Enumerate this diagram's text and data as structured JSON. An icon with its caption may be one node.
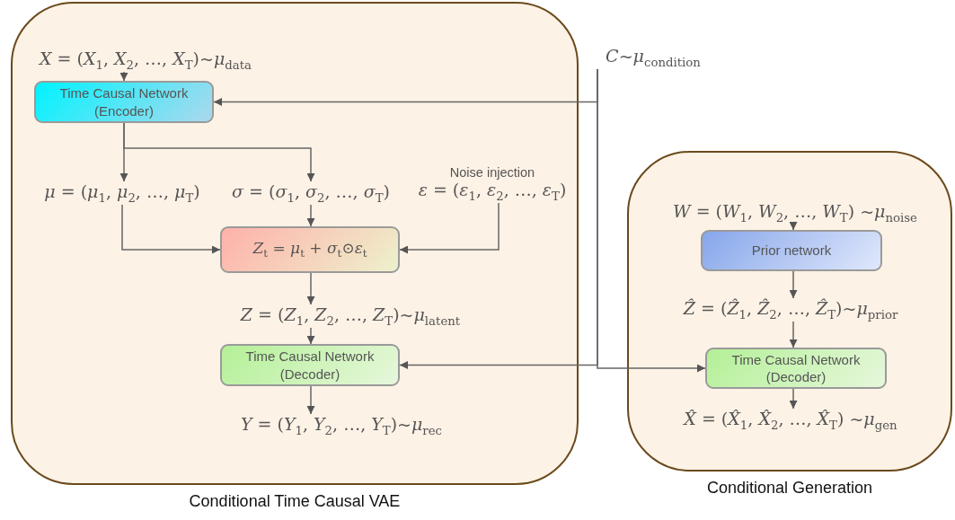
{
  "diagram": {
    "nodes": [
      {
        "text": [
          "Conditional Time Causal VAE"
        ]
      },
      {
        "text": [
          "*X* = (*X*$_{1}$, *X*$_{2}$, …, *X*$_{T}$)~*μ*$_{data}$"
        ],
        "in": 0
      },
      {
        "text": [
          "Time Causal Network (Encoder)"
        ],
        "in": 0
      },
      {
        "text": [
          "*μ* = (*μ*$_{1}$, *μ*$_{2}$, …, *μ*$_{T}$)"
        ],
        "in": 0
      },
      {
        "text": [
          "*σ* = (*σ*$_{1}$, *σ*$_{2}$, …, *σ*$_{T}$)"
        ],
        "in": 0
      },
      {
        "text": [
          "Noise injection",
          "*ε* = (*ε*$_{1}$, *ε*$_{2}$, …, *ε*$_{T}$)"
        ],
        "in": 0
      },
      {
        "text": [
          "*Z*$_{t}$ = *μ*$_{t}$ + *σ*$_{t}$⊙*ε*$_{t}$"
        ],
        "in": 0
      },
      {
        "text": [
          "*Z* = (*Z*$_{1}$, *Z*$_{2}$, …, *Z*$_{T}$)~*μ*$_{latent}$"
        ],
        "in": 0
      },
      {
        "text": [
          "Time Causal Network (Decoder)"
        ],
        "in": 0
      },
      {
        "text": [
          "*Y* = (*Y*$_{1}$, *Y*$_{2}$, …, *Y*$_{T}$)~*μ*$_{rec}$"
        ],
        "in": 0
      },
      {
        "text": [
          "*C*~*μ*$_{condition}$"
        ]
      },
      {
        "text": [
          "Conditional Generation"
        ]
      },
      {
        "text": [
          "*W* = (*W*$_{1}$, *W*$_{2}$, …, *W*$_{T}$) ~*μ*$_{noise}$"
        ],
        "in": 11
      },
      {
        "text": [
          "Prior network"
        ],
        "in": 11
      },
      {
        "text": [
          "*Ẑ* = (*Ẑ*$_{1}$, *Ẑ*$_{2}$, …, *Ẑ*$_{T}$)~*μ*$_{prior}$"
        ],
        "in": 11
      },
      {
        "text": [
          "Time Causal Network (Decoder)"
        ],
        "in": 11
      },
      {
        "text": [
          "*X̂* = (*X̂*$_{1}$, *X̂*$_{2}$, …, *X̂*$_{T}$) ~*μ*$_{gen}$"
        ],
        "in": 11
      }
    ],
    "edges": [
      {
        "from": 1,
        "to": 2,
        "arrow": "to"
      },
      {
        "from": 2,
        "to": 3,
        "arrow": "to"
      },
      {
        "from": 2,
        "to": 4,
        "arrow": "to"
      },
      {
        "from": 3,
        "to": 6,
        "arrow": "to"
      },
      {
        "from": 4,
        "to": 6,
        "arrow": "to"
      },
      {
        "from": 5,
        "to": 6,
        "arrow": "to"
      },
      {
        "from": 6,
        "to": 7,
        "arrow": "to"
      },
      {
        "from": 7,
        "to": 8,
        "arrow": "to"
      },
      {
        "from": 8,
        "to": 9,
        "arrow": "to"
      },
      {
        "from": 10,
        "to": 2,
        "arrow": "to"
      },
      {
        "from": 10,
        "to": 8,
        "arrow": "to"
      },
      {
        "from": 10,
        "to": 15,
        "arrow": "to"
      },
      {
        "from": 12,
        "to": 13,
        "arrow": "to"
      },
      {
        "from": 13,
        "to": 14,
        "arrow": "to"
      },
      {
        "from": 14,
        "to": 15,
        "arrow": "to"
      },
      {
        "from": 15,
        "to": 16,
        "arrow": "to"
      }
    ]
  }
}
